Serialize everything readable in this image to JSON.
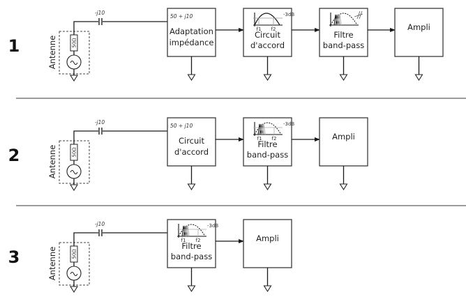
{
  "diagram": {
    "title": "Chaînes de réception : antenne, adaptation, accord, filtrage, amplification",
    "separators": 2,
    "rows": [
      {
        "number": "1",
        "antenna": {
          "label": "Antenne",
          "resistor": "50Ω"
        },
        "capacitor_label": "-j10",
        "blocks": [
          {
            "type": "adapt",
            "label_lines": [
              "Adaptation",
              "impédance"
            ],
            "annotation": "50 + j10"
          },
          {
            "type": "tuned",
            "label_lines": [
              "Circuit",
              "d'accord"
            ],
            "graph": {
              "f1": "f1",
              "f2": "f2",
              "level": "-3dB"
            }
          },
          {
            "type": "bandpass",
            "label_lines": [
              "Filtre",
              "band-pass"
            ],
            "graph": {
              "variant": "with-cut-marker"
            }
          },
          {
            "type": "amp",
            "label_lines": [
              "Ampli"
            ]
          }
        ]
      },
      {
        "number": "2",
        "antenna": {
          "label": "Antenne",
          "resistor": "50Ω"
        },
        "capacitor_label": "-j10",
        "blocks": [
          {
            "type": "tuned-text",
            "label_lines": [
              "Circuit",
              "d'accord"
            ],
            "annotation": "50 + j10"
          },
          {
            "type": "bandpass",
            "label_lines": [
              "Filtre",
              "band-pass"
            ],
            "graph": {
              "f1": "f1",
              "f2": "f2",
              "level": "-3dB"
            }
          },
          {
            "type": "amp",
            "label_lines": [
              "Ampli"
            ]
          }
        ]
      },
      {
        "number": "3",
        "antenna": {
          "label": "Antenne",
          "resistor": "50Ω"
        },
        "capacitor_label": "-j10",
        "blocks": [
          {
            "type": "bandpass",
            "label_lines": [
              "Filtre",
              "band-pass"
            ],
            "graph": {
              "f1": "f1",
              "f2": "f2",
              "level": "-3dB"
            }
          },
          {
            "type": "amp",
            "label_lines": [
              "Ampli"
            ]
          }
        ]
      }
    ]
  }
}
